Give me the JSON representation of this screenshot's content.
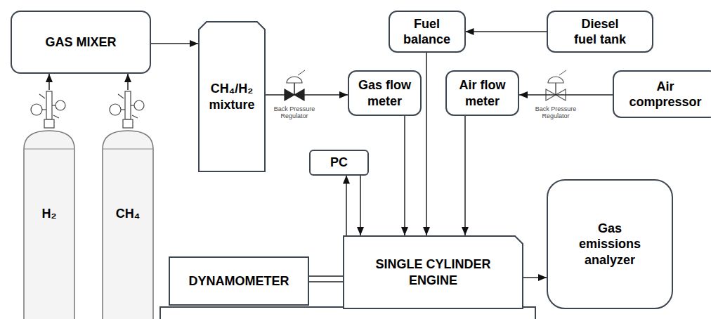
{
  "diagram": {
    "nodes": [
      {
        "text": [
          "GAS MIXER"
        ]
      },
      {
        "text": [
          "Fuel balance"
        ]
      },
      {
        "text": [
          "Diesel fuel tank"
        ]
      },
      {
        "text": [
          "CH₄/H₂ mixture"
        ]
      },
      {
        "text": [
          "Gas flow meter"
        ]
      },
      {
        "text": [
          "Air flow meter"
        ]
      },
      {
        "text": [
          "Air compressor"
        ]
      },
      {
        "text": [
          "PC"
        ]
      },
      {
        "text": [
          "H₂"
        ]
      },
      {
        "text": [
          "CH₄"
        ]
      },
      {
        "text": [
          "DYNAMOMETER"
        ]
      },
      {
        "text": [
          "SINGLE CYLINDER ENGINE"
        ]
      },
      {
        "text": [
          "Gas emissions analyzer"
        ]
      }
    ],
    "edges": [
      {
        "from": 8,
        "to": 0,
        "arrow": "to"
      },
      {
        "from": 9,
        "to": 0,
        "arrow": "to"
      },
      {
        "from": 0,
        "to": 3,
        "arrow": "to"
      },
      {
        "from": 3,
        "to": 4,
        "arrow": "to"
      },
      {
        "from": 2,
        "to": 1,
        "arrow": "to"
      },
      {
        "from": 1,
        "to": 11,
        "arrow": "to"
      },
      {
        "from": 4,
        "to": 11,
        "arrow": "to"
      },
      {
        "from": 5,
        "to": 11,
        "arrow": "to"
      },
      {
        "from": 6,
        "to": 5,
        "arrow": "to"
      },
      {
        "from": 11,
        "to": 7,
        "arrow": "to"
      },
      {
        "from": 7,
        "to": 11,
        "arrow": "to"
      },
      {
        "from": 10,
        "to": 11,
        "arrow": "none"
      },
      {
        "from": 11,
        "to": 12,
        "arrow": "to"
      }
    ],
    "labels": [
      "Back Pressure Regulator",
      "Back Pressure Regulator"
    ]
  }
}
